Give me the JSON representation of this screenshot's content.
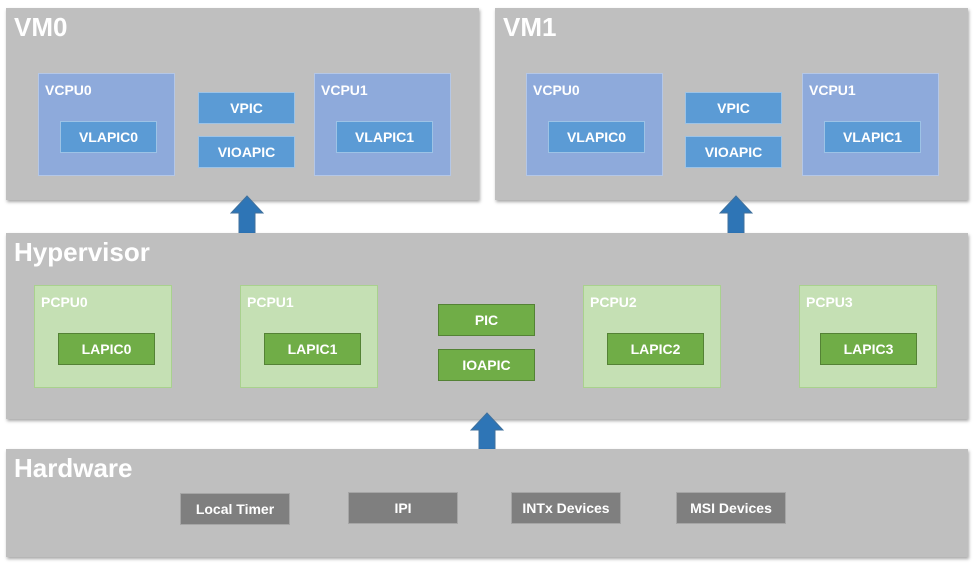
{
  "vm0": {
    "title": "VM0",
    "vcpu0": {
      "label": "VCPU0",
      "vlapic": "VLAPIC0"
    },
    "vcpu1": {
      "label": "VCPU1",
      "vlapic": "VLAPIC1"
    },
    "vpic": "VPIC",
    "vioapic": "VIOAPIC"
  },
  "vm1": {
    "title": "VM1",
    "vcpu0": {
      "label": "VCPU0",
      "vlapic": "VLAPIC0"
    },
    "vcpu1": {
      "label": "VCPU1",
      "vlapic": "VLAPIC1"
    },
    "vpic": "VPIC",
    "vioapic": "VIOAPIC"
  },
  "hypervisor": {
    "title": "Hypervisor",
    "pcpus": [
      {
        "label": "PCPU0",
        "lapic": "LAPIC0"
      },
      {
        "label": "PCPU1",
        "lapic": "LAPIC1"
      },
      {
        "label": "PCPU2",
        "lapic": "LAPIC2"
      },
      {
        "label": "PCPU3",
        "lapic": "LAPIC3"
      }
    ],
    "pic": "PIC",
    "ioapic": "IOAPIC"
  },
  "hardware": {
    "title": "Hardware",
    "items": [
      "Local Timer",
      "IPI",
      "INTx Devices",
      "MSI Devices"
    ]
  },
  "colors": {
    "layer": "#bfbfbf",
    "vcpu": "#8eaadb",
    "virtual_controller": "#5b9bd5",
    "pcpu": "#c5e0b4",
    "physical_controller": "#70ad47",
    "hardware_device": "#7f7f7f",
    "arrow": "#2e75b6"
  }
}
